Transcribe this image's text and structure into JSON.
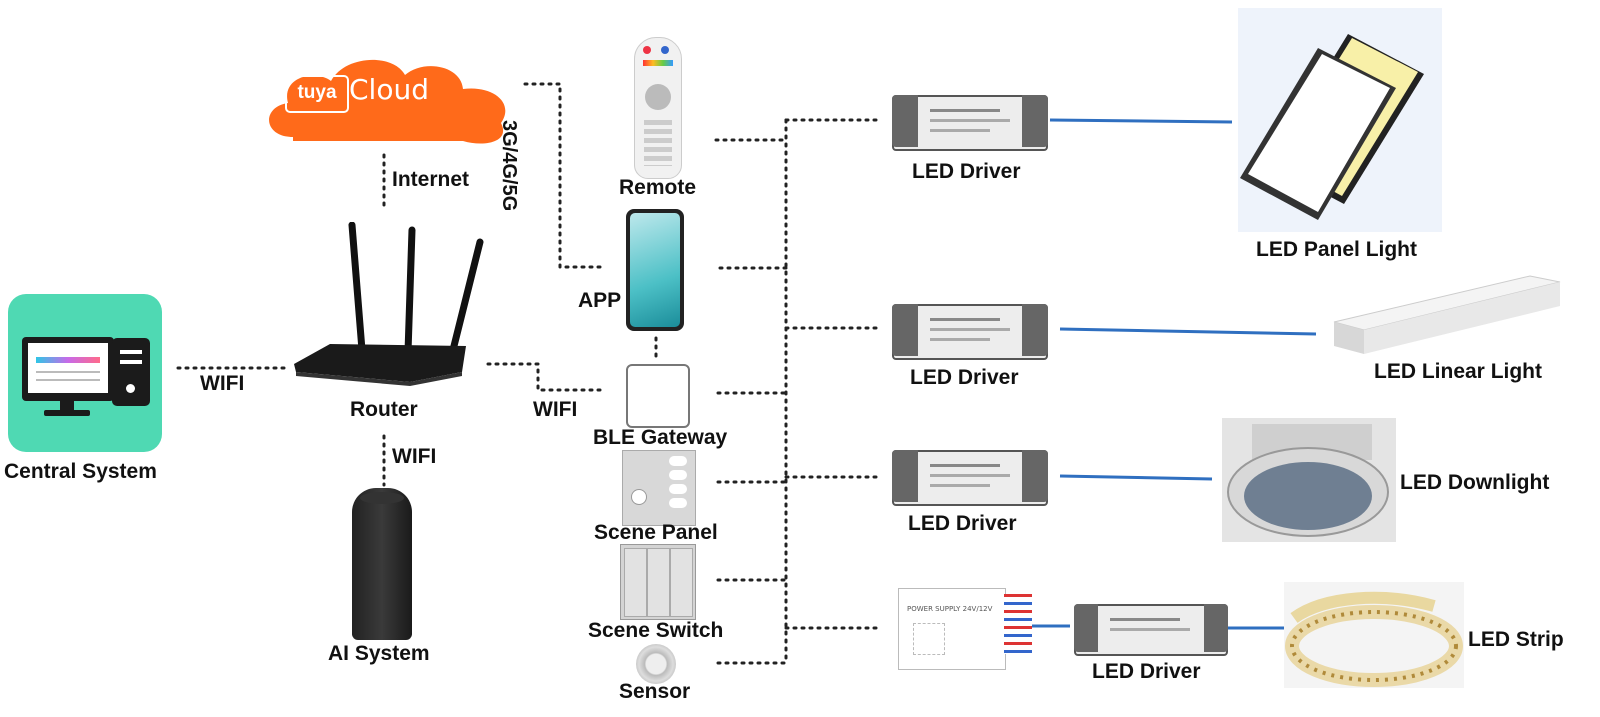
{
  "cloud": {
    "brand": "tuya",
    "text": "Cloud"
  },
  "labels": {
    "internet": "Internet",
    "network": "3G/4G/5G",
    "wifi_left": "WIFI",
    "wifi_router_down": "WIFI",
    "wifi_gateway": "WIFI",
    "central_system": "Central System",
    "router": "Router",
    "ai_system": "AI System",
    "remote": "Remote",
    "app": "APP",
    "ble_gateway": "BLE Gateway",
    "scene_panel": "Scene Panel",
    "scene_switch": "Scene Switch",
    "sensor": "Sensor",
    "led_driver_1": "LED Driver",
    "led_driver_2": "LED Driver",
    "led_driver_3": "LED Driver",
    "led_driver_4": "LED Driver",
    "panel_light": "LED Panel Light",
    "linear_light": "LED Linear Light",
    "downlight": "LED Downlight",
    "strip": "LED Strip"
  },
  "power_supply_text": "POWER SUPPLY 24V/12V",
  "colors": {
    "accent_cloud": "#ff6a1a",
    "wire_blue": "#2f6fc0",
    "central_bg": "#4fd9b3"
  }
}
